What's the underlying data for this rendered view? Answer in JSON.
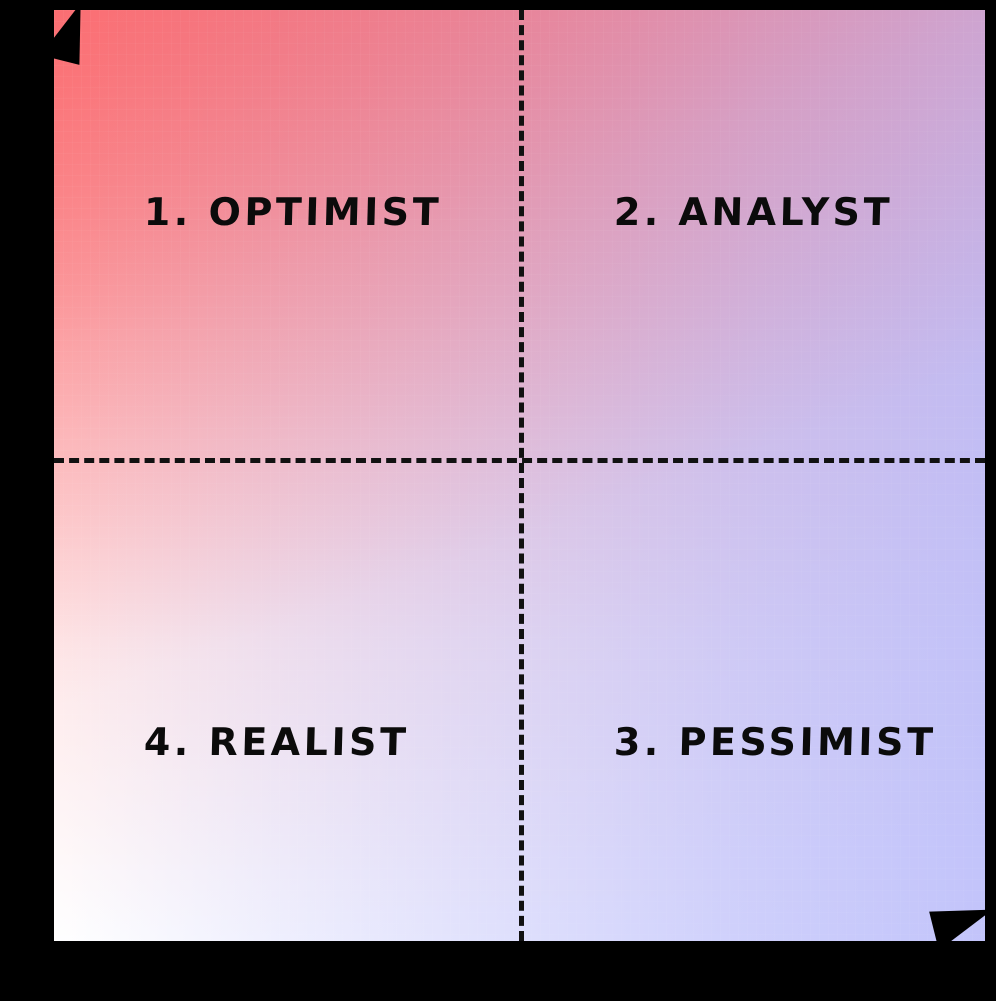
{
  "chart_data": {
    "type": "scatter",
    "title": "",
    "subtitle": "",
    "xlabel": "",
    "ylabel": "",
    "grid": false,
    "legend": "none",
    "layout": "2x2-quadrant-matrix",
    "divider_style": "dashed",
    "divider_color": "#111111",
    "axes": {
      "x": {
        "arrow": "right",
        "position": "bottom",
        "ticks": [],
        "ticklabels": []
      },
      "y": {
        "arrow": "up",
        "position": "left",
        "ticks": [],
        "ticklabels": []
      }
    },
    "background": {
      "type": "bilinear-gradient",
      "corner_top_left": "#FB6E72",
      "corner_top_right": "#E99BC4",
      "corner_bottom_left": "#FFFFFF",
      "corner_bottom_right": "#C0C2F5",
      "center": "#F0D3E8"
    },
    "quadrants": [
      {
        "index": 1,
        "number": "1.",
        "name": "OPTIMIST",
        "label": "1. OPTIMIST",
        "position": "top-left",
        "fill": "#FB6E72"
      },
      {
        "index": 2,
        "number": "2.",
        "name": "ANALYST",
        "label": "2. ANALYST",
        "position": "top-right",
        "fill": "#E99BC4"
      },
      {
        "index": 3,
        "number": "3.",
        "name": "PESSIMIST",
        "label": "3. PESSIMIST",
        "position": "bottom-right",
        "fill": "#C0C2F5"
      },
      {
        "index": 4,
        "number": "4.",
        "name": "REALIST",
        "label": "4. REALIST",
        "position": "bottom-left",
        "fill": "#FFFFFF"
      }
    ],
    "categories": [
      "1. OPTIMIST",
      "2. ANALYST",
      "3. PESSIMIST",
      "4. REALIST"
    ],
    "values": [
      1,
      2,
      3,
      4
    ]
  },
  "figure": {
    "canvas_background": "#000000",
    "text_color": "#0B0B0B"
  }
}
